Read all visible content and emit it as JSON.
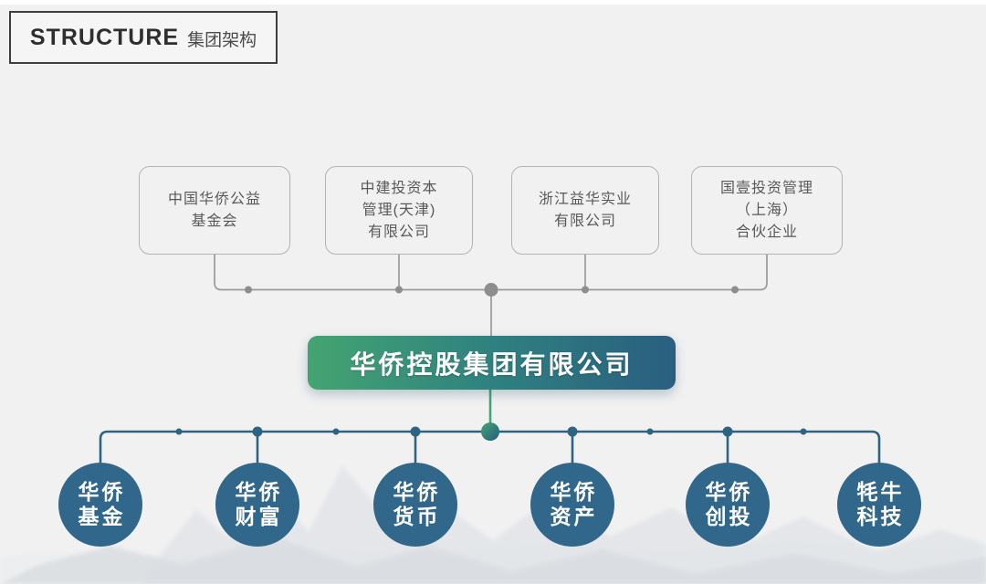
{
  "header": {
    "title_en": "STRUCTURE",
    "title_zh": "集团架构"
  },
  "group": {
    "name": "华侨控股集团有限公司"
  },
  "parents": [
    {
      "name": "中国华侨公益基金会",
      "lines": [
        "中国华侨公益",
        "基金会"
      ]
    },
    {
      "name": "中建投资本管理(天津)有限公司",
      "lines": [
        "中建投资本",
        "管理(天津)",
        "有限公司"
      ]
    },
    {
      "name": "浙江益华实业有限公司",
      "lines": [
        "浙江益华实业",
        "有限公司"
      ]
    },
    {
      "name": "国壹投资管理（上海）合伙企业",
      "lines": [
        "国壹投资管理",
        "（上海）",
        "合伙企业"
      ]
    }
  ],
  "subsidiaries": [
    {
      "name": "华侨基金",
      "lines": [
        "华侨",
        "基金"
      ]
    },
    {
      "name": "华侨财富",
      "lines": [
        "华侨",
        "财富"
      ]
    },
    {
      "name": "华侨货币",
      "lines": [
        "华侨",
        "货币"
      ]
    },
    {
      "name": "华侨资产",
      "lines": [
        "华侨",
        "资产"
      ]
    },
    {
      "name": "华侨创投",
      "lines": [
        "华侨",
        "创投"
      ]
    },
    {
      "name": "牦牛科技",
      "lines": [
        "牦牛",
        "科技"
      ]
    }
  ],
  "colors": {
    "page_background": "#f1f1f2",
    "group_gradient_start": "#44a471",
    "group_gradient_end": "#2a5e80",
    "subsidiary_circle": "#31678a",
    "connector_gray": "#9a9a9a",
    "connector_teal": "#2d6484",
    "connector_green": "#46a473"
  }
}
